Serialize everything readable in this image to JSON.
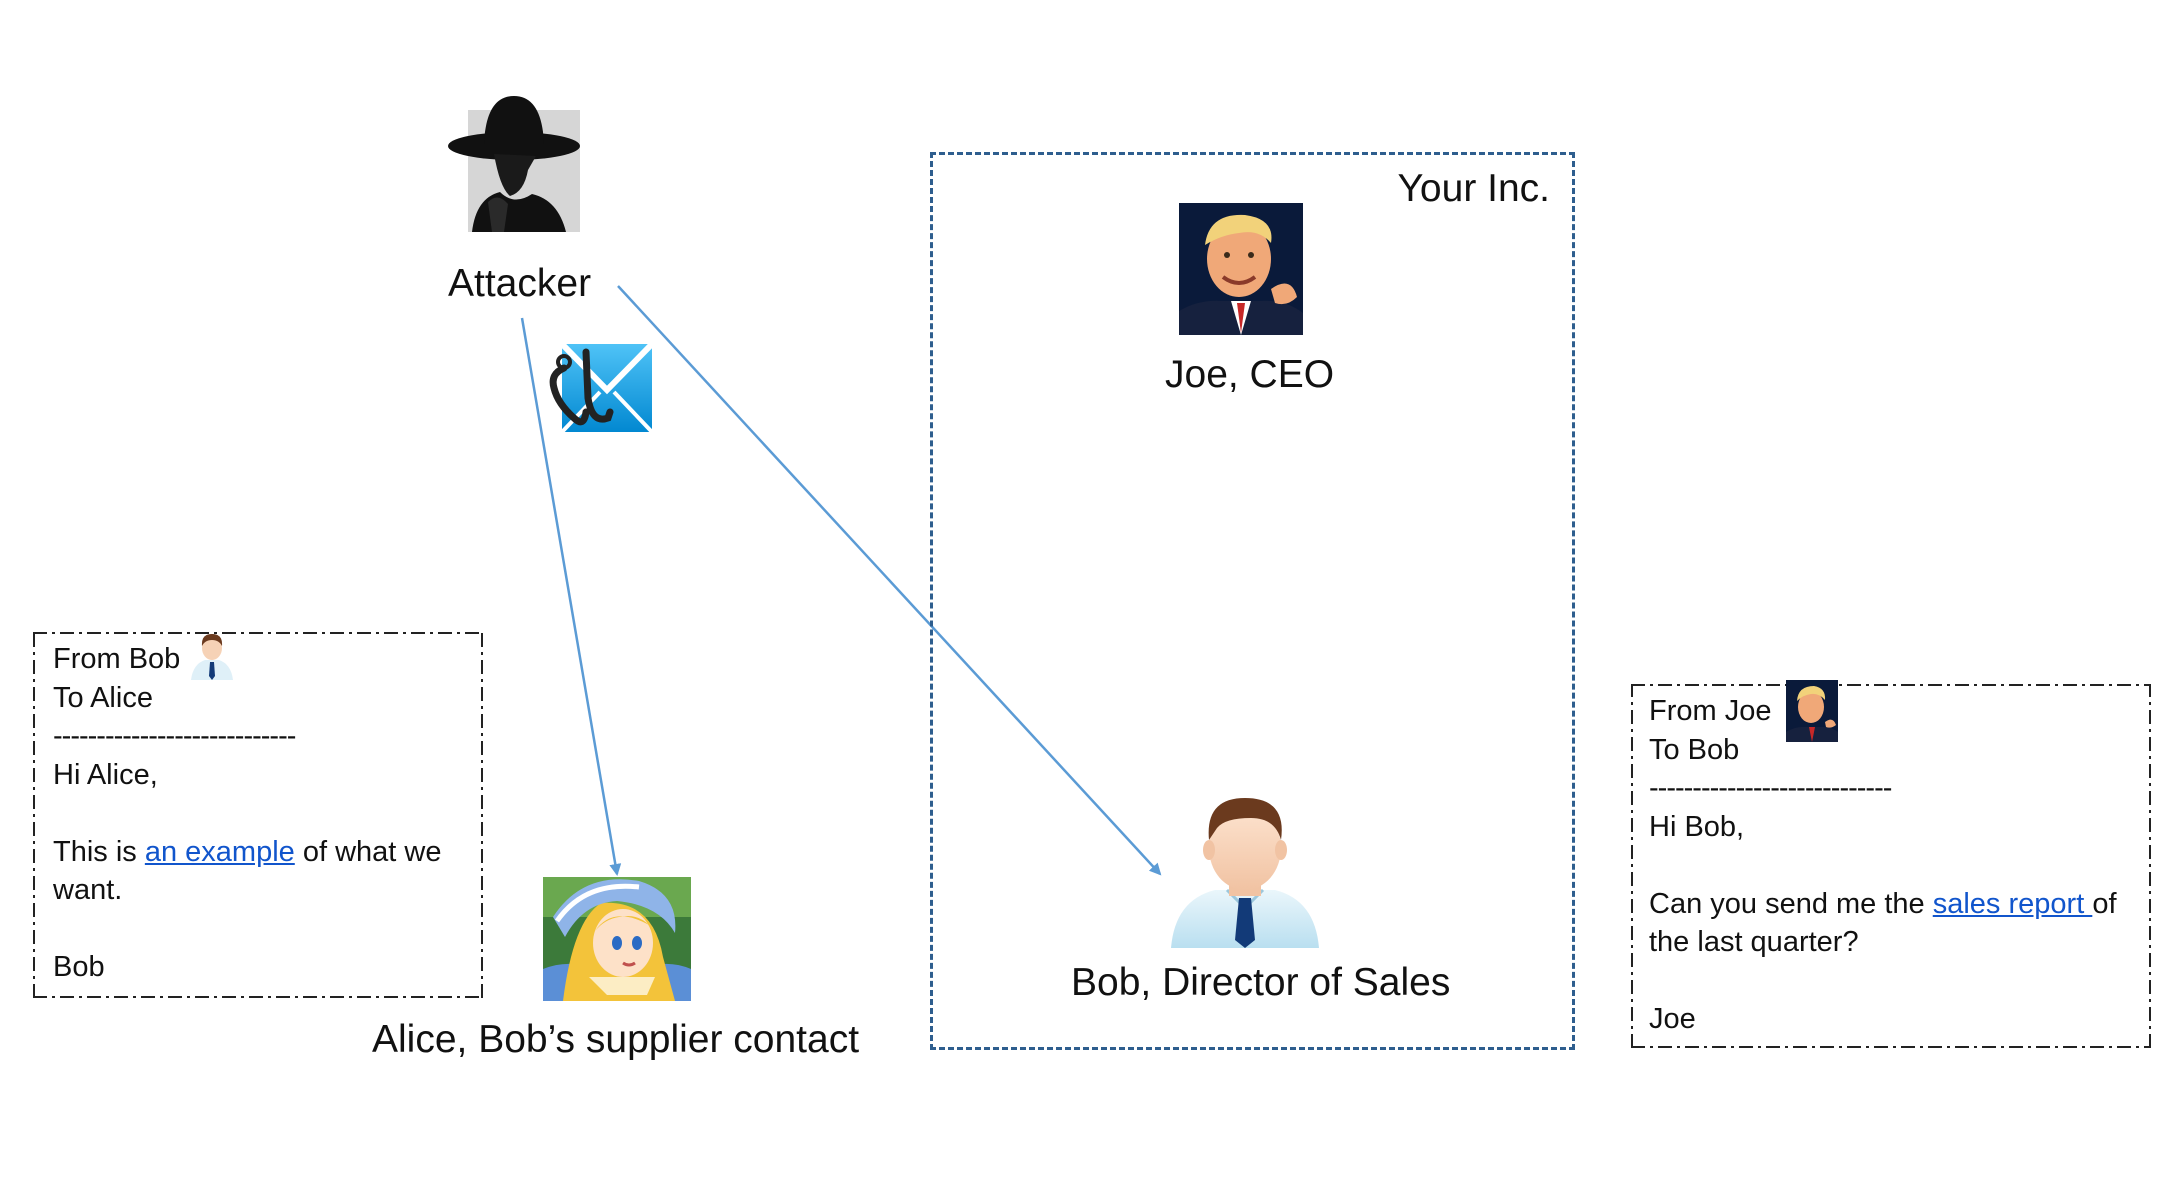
{
  "attacker": {
    "label": "Attacker"
  },
  "company": {
    "label": "Your Inc."
  },
  "joe": {
    "label": "Joe, CEO"
  },
  "bob": {
    "label": "Bob, Director of Sales"
  },
  "alice": {
    "label": "Alice, Bob’s supplier contact"
  },
  "email_left": {
    "from": "From Bob",
    "to": "To Alice",
    "divider": "----------------------------",
    "greeting": "Hi Alice,",
    "body_before": "This is ",
    "body_link": "an example",
    "body_after": " of what we",
    "body_line2": "want.",
    "signature": "Bob"
  },
  "email_right": {
    "from": "From Joe",
    "to": "To Bob",
    "divider": "----------------------------",
    "greeting": "Hi Bob,",
    "body_before": "Can you send me the ",
    "body_link": "sales report ",
    "body_after": "of",
    "body_line2": "the last quarter?",
    "signature": "Joe"
  },
  "icons": {
    "attacker": "hooded-spy-silhouette-icon",
    "phishing": "phishing-hook-envelope-icon",
    "joe": "ceo-portrait-icon",
    "bob": "businessman-avatar-icon",
    "alice": "cartoon-girl-avatar-icon"
  },
  "colors": {
    "arrow": "#5b9bd5",
    "company_border": "#2e5e8e",
    "link": "#1155cc"
  }
}
